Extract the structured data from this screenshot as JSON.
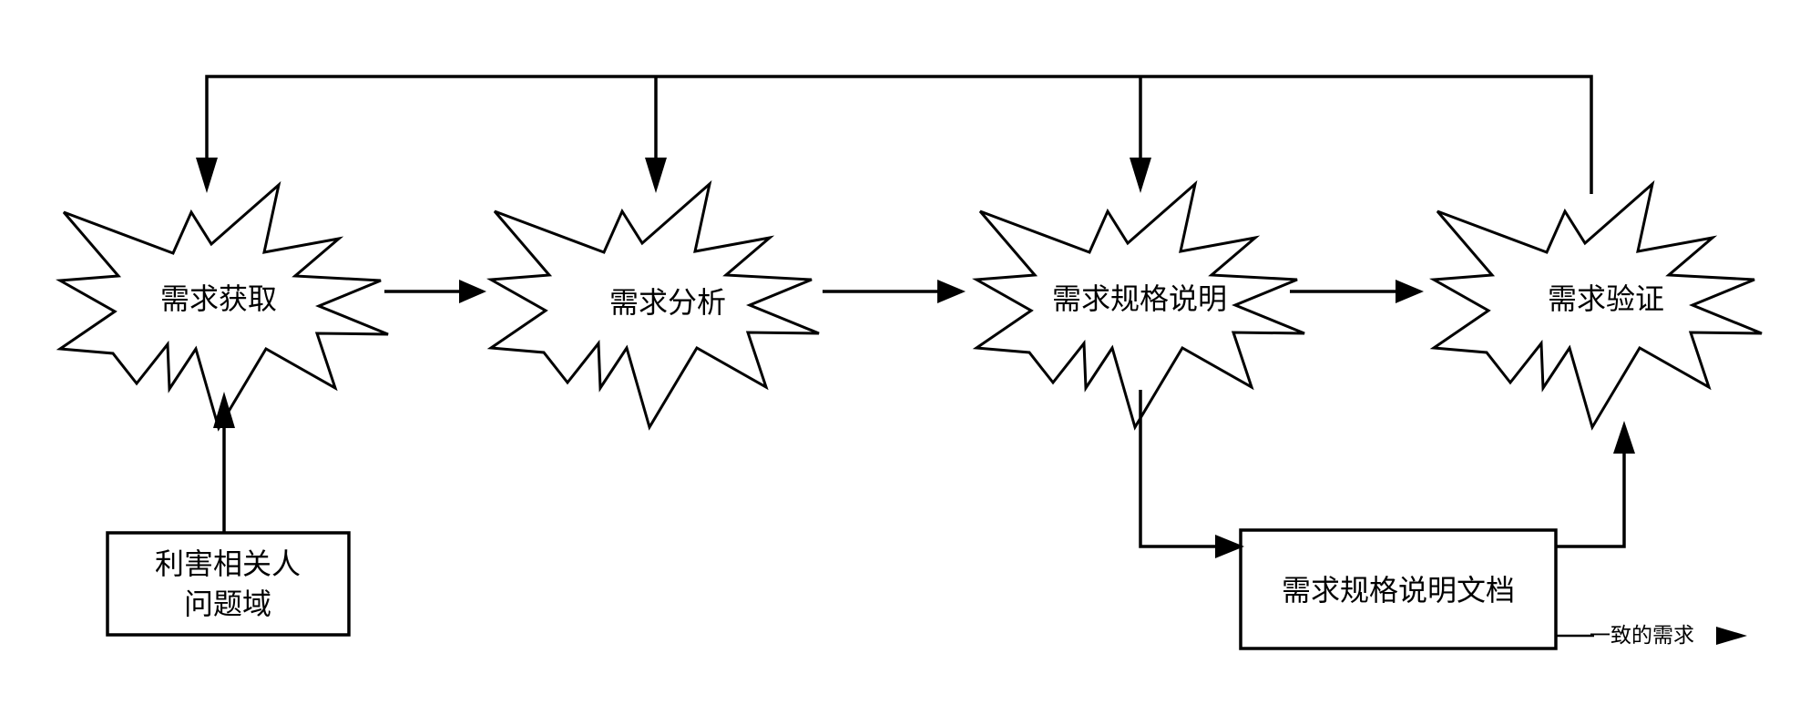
{
  "processes": [
    {
      "id": "elicitation",
      "label": "需求获取"
    },
    {
      "id": "analysis",
      "label": "需求分析"
    },
    {
      "id": "specification",
      "label": "需求规格说明"
    },
    {
      "id": "validation",
      "label": "需求验证"
    }
  ],
  "inputs": {
    "stakeholders_line1": "利害相关人",
    "stakeholders_line2": "问题域"
  },
  "documents": {
    "spec_doc": "需求规格说明文档"
  },
  "outputs": {
    "consistent_requirements": "一致的需求"
  },
  "colors": {
    "stroke": "#000000",
    "fill": "#ffffff"
  }
}
